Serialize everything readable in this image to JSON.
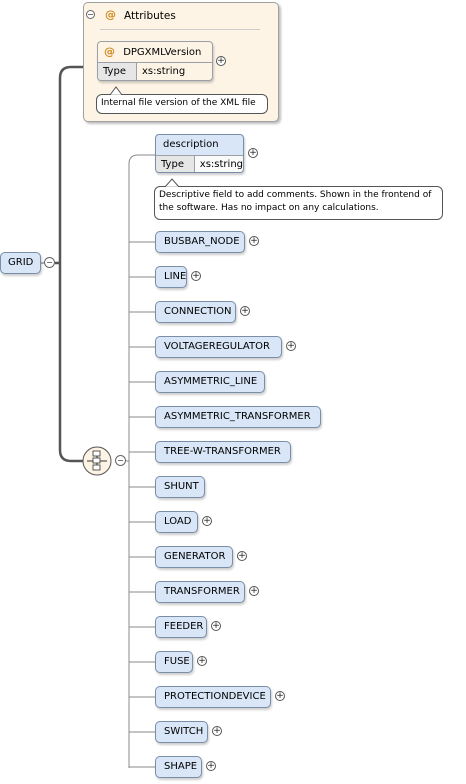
{
  "root": {
    "label": "GRID"
  },
  "attributes": {
    "group_label": "Attributes",
    "attr_symbol": "@",
    "attribute": {
      "name": "DPGXMLVersion",
      "type_key": "Type",
      "type_value": "xs:string",
      "note": "Internal file version of the XML file"
    }
  },
  "description_element": {
    "name": "description",
    "type_key": "Type",
    "type_value": "xs:string",
    "note": "Descriptive field to add comments. Shown in the frontend of the software. Has no impact on any calculations."
  },
  "elements": [
    {
      "name": "BUSBAR_NODE",
      "expandable": true
    },
    {
      "name": "LINE",
      "expandable": true
    },
    {
      "name": "CONNECTION",
      "expandable": true
    },
    {
      "name": "VOLTAGEREGULATOR",
      "expandable": true
    },
    {
      "name": "ASYMMETRIC_LINE",
      "expandable": false
    },
    {
      "name": "ASYMMETRIC_TRANSFORMER",
      "expandable": false
    },
    {
      "name": "TREE-W-TRANSFORMER",
      "expandable": false
    },
    {
      "name": "SHUNT",
      "expandable": false
    },
    {
      "name": "LOAD",
      "expandable": true
    },
    {
      "name": "GENERATOR",
      "expandable": true
    },
    {
      "name": "TRANSFORMER",
      "expandable": true
    },
    {
      "name": "FEEDER",
      "expandable": true
    },
    {
      "name": "FUSE",
      "expandable": true
    },
    {
      "name": "PROTECTIONDEVICE",
      "expandable": true
    },
    {
      "name": "SWITCH",
      "expandable": true
    },
    {
      "name": "SHAPE",
      "expandable": true
    }
  ],
  "symbols": {
    "expand": "+",
    "collapse": "−"
  },
  "colors": {
    "element_fill": "#d8e6f8",
    "element_border": "#7a8ea8",
    "attribute_group_fill": "#fdf4e6",
    "attribute_symbol": "#d08a1c",
    "connector": "#555555"
  }
}
